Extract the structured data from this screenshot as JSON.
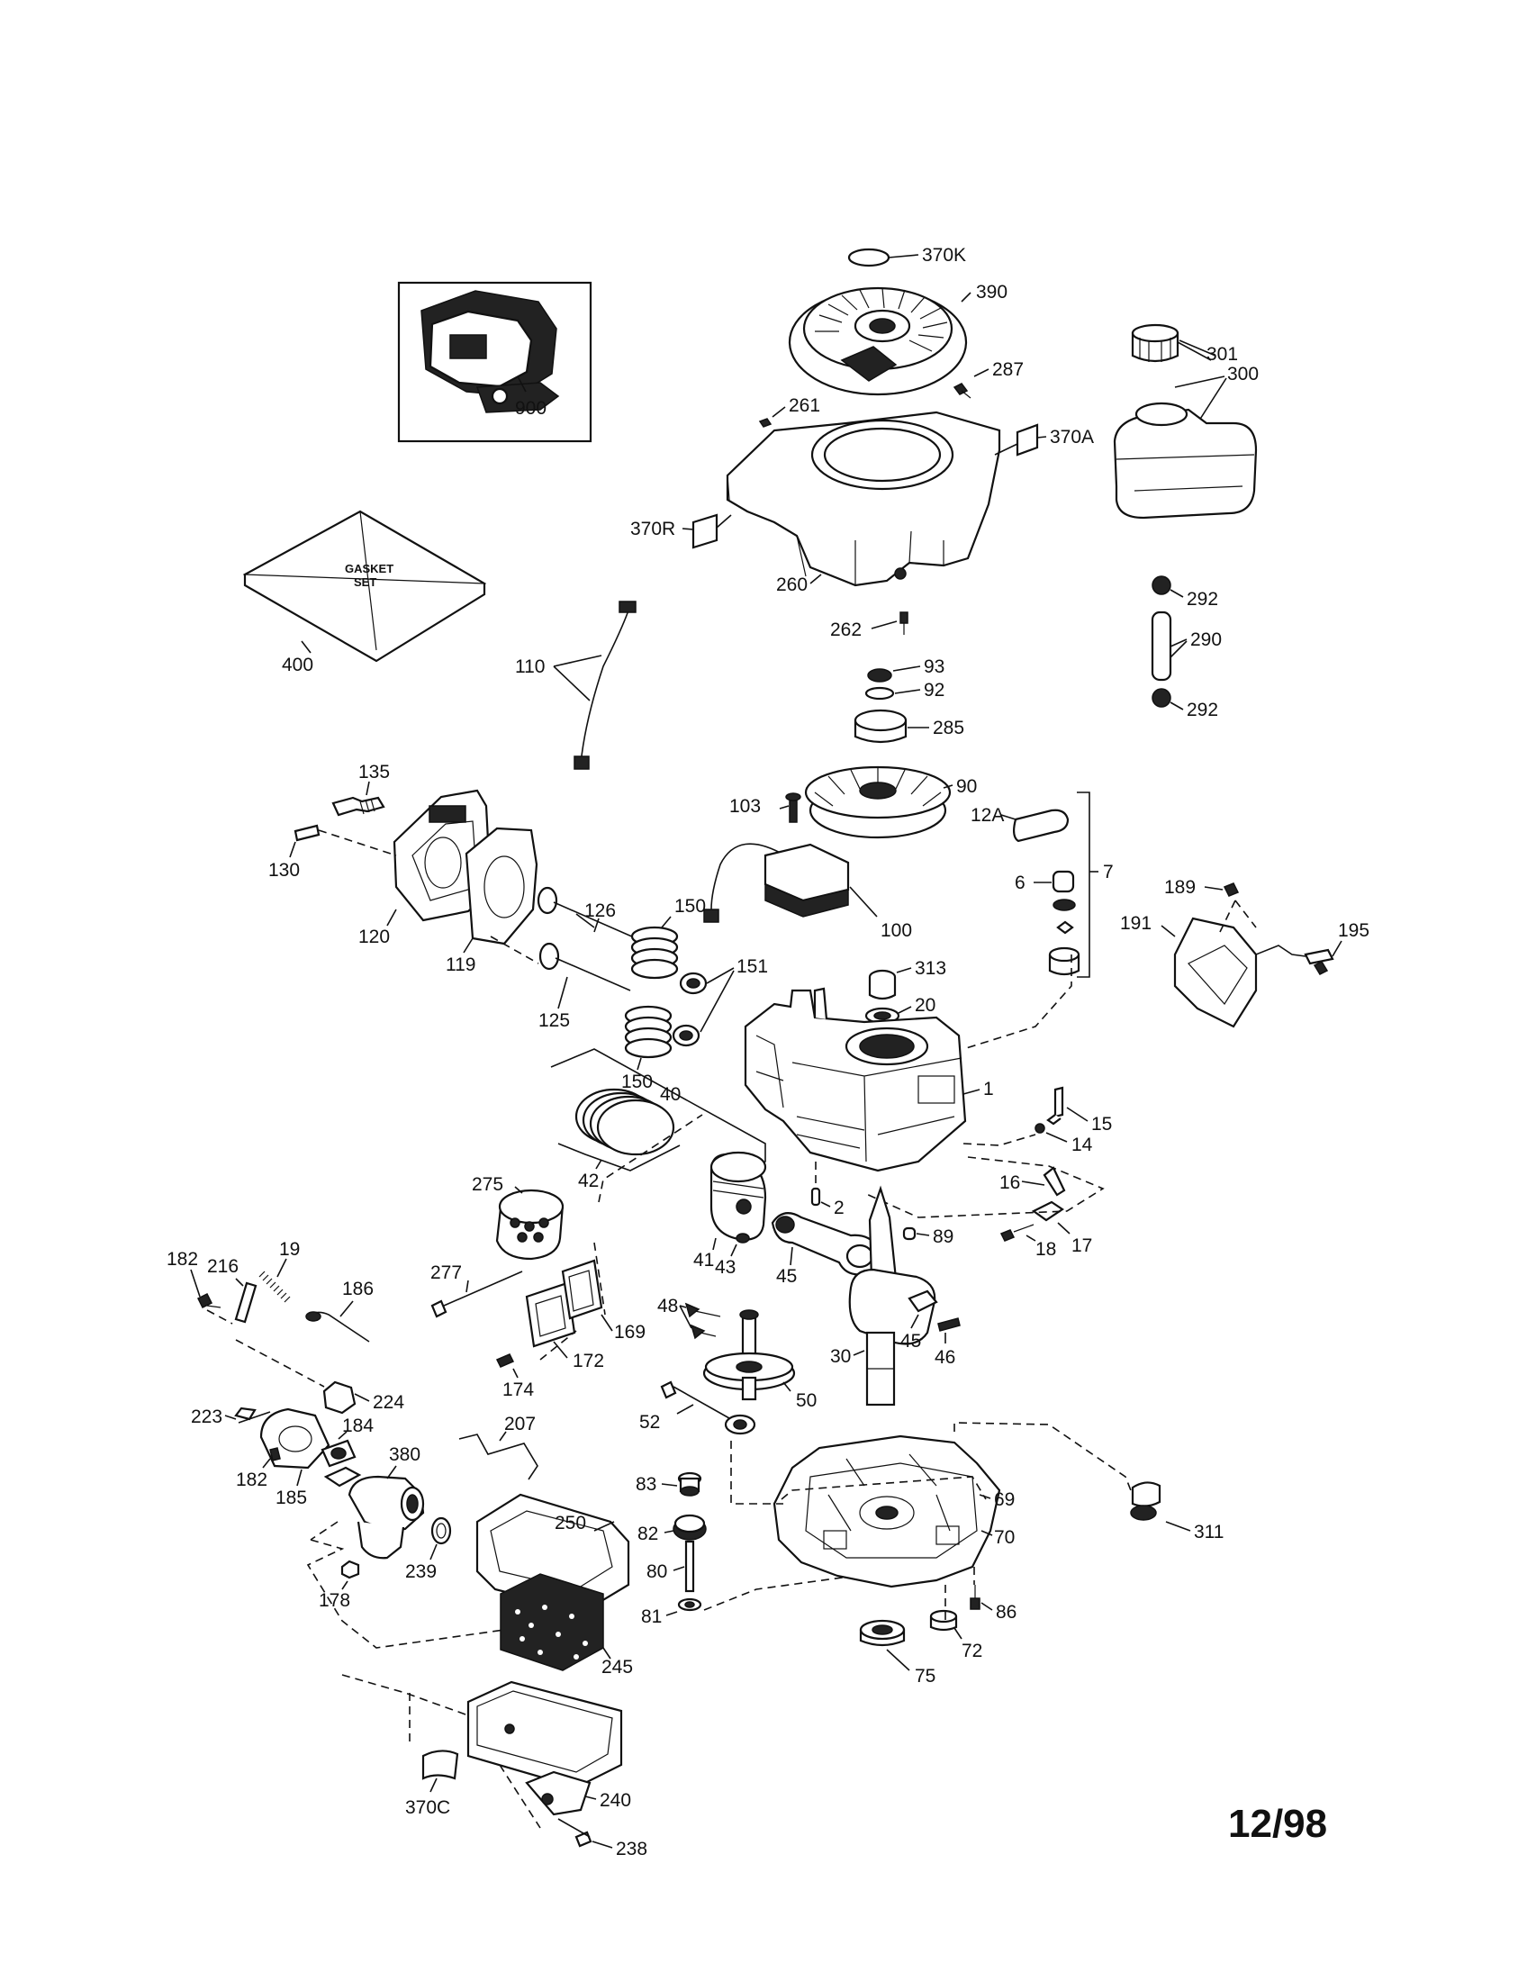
{
  "date_code": "12/98",
  "gasket_kit_text_line1": "GASKET",
  "gasket_kit_text_line2": "SET",
  "labels": {
    "l1": "1",
    "l2": "2",
    "l6": "6",
    "l7": "7",
    "l12A": "12A",
    "l14": "14",
    "l15": "15",
    "l16": "16",
    "l17": "17",
    "l18": "18",
    "l19": "19",
    "l20": "20",
    "l30": "30",
    "l40": "40",
    "l41": "41",
    "l42": "42",
    "l43": "43",
    "l45a": "45",
    "l45b": "45",
    "l46": "46",
    "l48": "48",
    "l50": "50",
    "l52": "52",
    "l69": "69",
    "l70": "70",
    "l72": "72",
    "l75": "75",
    "l80": "80",
    "l81": "81",
    "l82": "82",
    "l83": "83",
    "l86": "86",
    "l89": "89",
    "l90": "90",
    "l92": "92",
    "l93": "93",
    "l100": "100",
    "l103": "103",
    "l110": "110",
    "l119": "119",
    "l120": "120",
    "l125": "125",
    "l126": "126",
    "l130": "130",
    "l135": "135",
    "l150a": "150",
    "l150b": "150",
    "l151": "151",
    "l169": "169",
    "l172": "172",
    "l174": "174",
    "l178": "178",
    "l182a": "182",
    "l182b": "182",
    "l184": "184",
    "l185": "185",
    "l186": "186",
    "l189": "189",
    "l191": "191",
    "l195": "195",
    "l207": "207",
    "l216": "216",
    "l223": "223",
    "l224": "224",
    "l238": "238",
    "l239": "239",
    "l240": "240",
    "l245": "245",
    "l250": "250",
    "l260": "260",
    "l261": "261",
    "l262": "262",
    "l275": "275",
    "l277": "277",
    "l285": "285",
    "l287": "287",
    "l290": "290",
    "l292a": "292",
    "l292b": "292",
    "l300": "300",
    "l301": "301",
    "l311": "311",
    "l313": "313",
    "l370A": "370A",
    "l370C": "370C",
    "l370K": "370K",
    "l370R": "370R",
    "l380": "380",
    "l390": "390",
    "l400": "400",
    "l900": "900"
  }
}
